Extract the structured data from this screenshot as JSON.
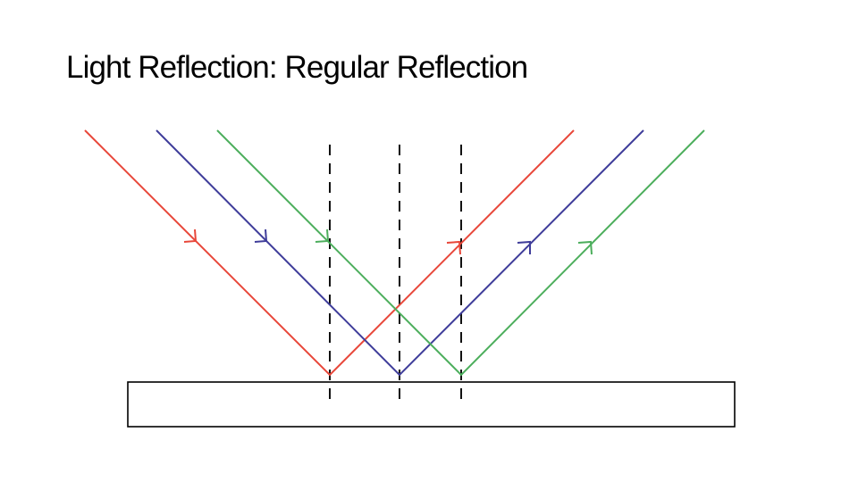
{
  "slide": {
    "title": "Light Reflection: Regular Reflection"
  },
  "diagram": {
    "rays": [
      {
        "color": "#e8473a",
        "name": "red"
      },
      {
        "color": "#3f3d9a",
        "name": "blue"
      },
      {
        "color": "#4cae5c",
        "name": "green"
      }
    ],
    "surface_color": "#000000",
    "normal_color": "#111111"
  }
}
